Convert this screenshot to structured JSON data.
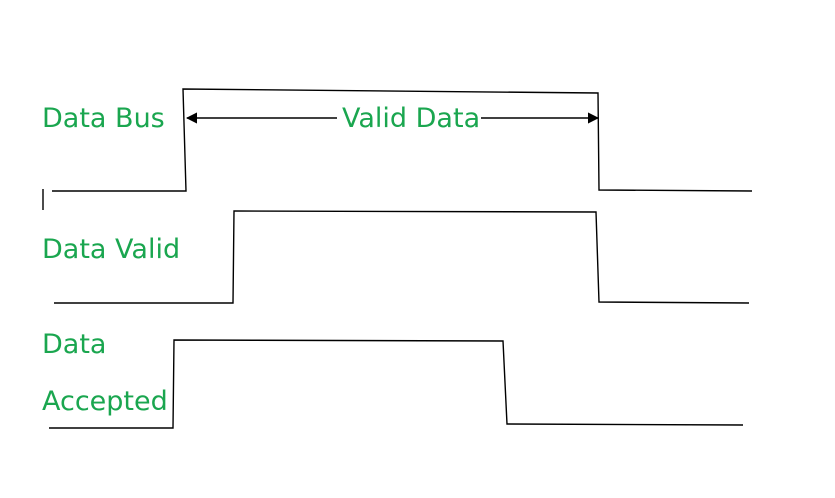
{
  "labels": {
    "data_bus": "Data Bus",
    "data_valid": "Data Valid",
    "data_accepted_line1": "Data",
    "data_accepted_line2": "Accepted",
    "valid_data": "Valid Data"
  },
  "colors": {
    "label": "#1aa64f",
    "line": "#000000",
    "background": "#ffffff"
  }
}
